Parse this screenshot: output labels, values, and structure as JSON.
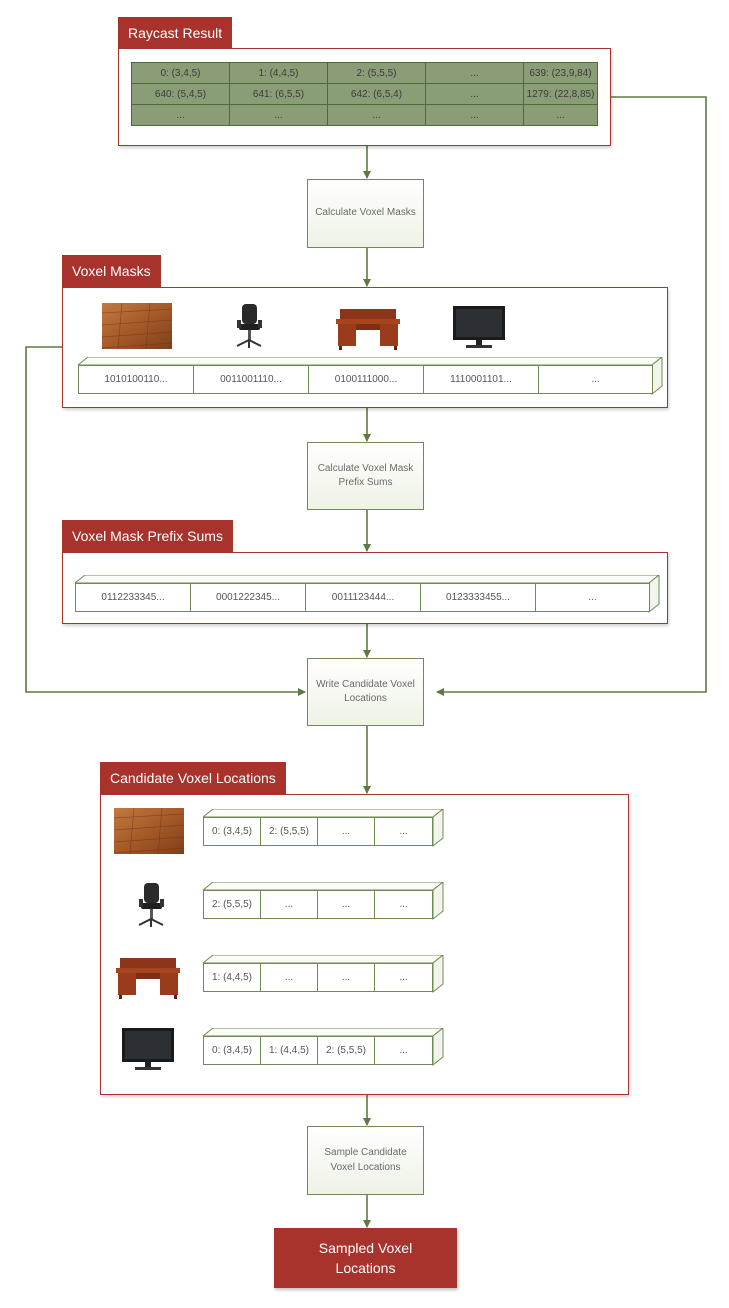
{
  "raycast": {
    "title": "Raycast Result",
    "rows": [
      [
        "0: (3,4,5)",
        "1: (4,4,5)",
        "2: (5,5,5)",
        "...",
        "639: (23,9,84)"
      ],
      [
        "640: (5,4,5)",
        "641: (6,5,5)",
        "642: (6,5,4)",
        "...",
        "1279: (22,8,85)"
      ],
      [
        "...",
        "...",
        "...",
        "...",
        "..."
      ]
    ]
  },
  "steps": {
    "calc_masks": "Calculate Voxel Masks",
    "calc_prefix": "Calculate Voxel Mask Prefix Sums",
    "write_candidates": "Write Candidate Voxel Locations",
    "sample_candidates": "Sample Candidate Voxel Locations"
  },
  "voxel_masks": {
    "title": "Voxel Masks",
    "objects": [
      "wood-floor-icon",
      "office-chair-icon",
      "desk-icon",
      "monitor-icon"
    ],
    "cells": [
      "1010100110...",
      "0011001110...",
      "0100111000...",
      "1110001101...",
      "..."
    ]
  },
  "prefix_sums": {
    "title": "Voxel Mask Prefix Sums",
    "cells": [
      "0112233345...",
      "0001222345...",
      "0011123444...",
      "0123333455...",
      "..."
    ]
  },
  "candidates": {
    "title": "Candidate Voxel Locations",
    "rows": [
      {
        "object": "wood-floor-icon",
        "cells": [
          "0: (3,4,5)",
          "2: (5,5,5)",
          "...",
          "..."
        ]
      },
      {
        "object": "office-chair-icon",
        "cells": [
          "2: (5,5,5)",
          "...",
          "...",
          "..."
        ]
      },
      {
        "object": "desk-icon",
        "cells": [
          "1: (4,4,5)",
          "...",
          "...",
          "..."
        ]
      },
      {
        "object": "monitor-icon",
        "cells": [
          "0: (3,4,5)",
          "1: (4,4,5)",
          "2: (5,5,5)",
          "..."
        ]
      }
    ]
  },
  "output": {
    "label": "Sampled Voxel Locations"
  },
  "colors": {
    "panel_border": "#a8322c",
    "green": "#6f8a55",
    "table_fill": "#8a9d77"
  }
}
